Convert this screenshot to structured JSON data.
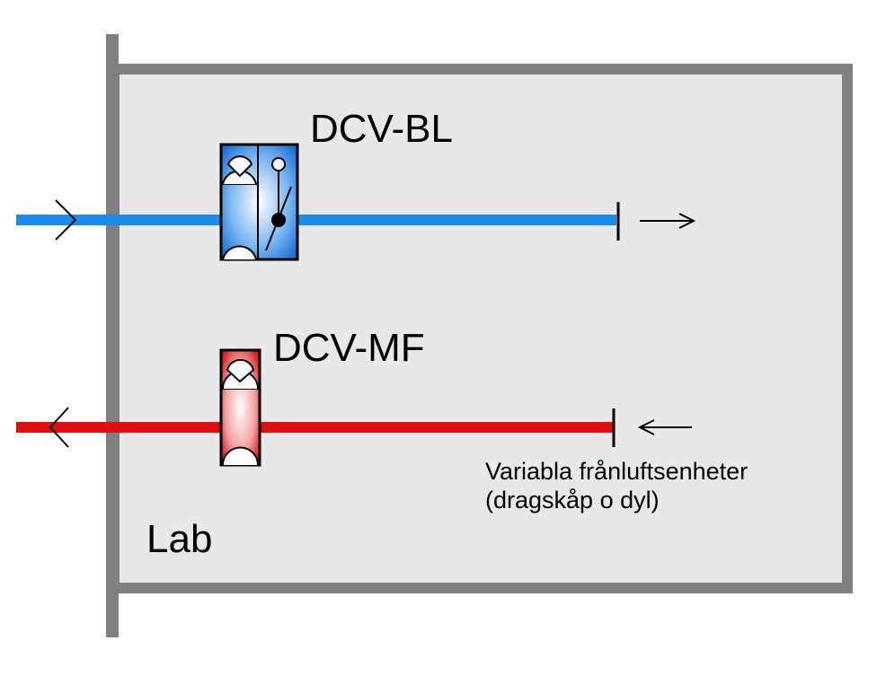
{
  "labels": {
    "supply_unit": "DCV-BL",
    "exhaust_unit": "DCV-MF",
    "room": "Lab",
    "exhaust_note_line1": "Variabla frånluftsenheter",
    "exhaust_note_line2": "(dragskåp o dyl)"
  },
  "colors": {
    "supply_duct": "#1a8cf0",
    "exhaust_duct": "#e01010",
    "wall": "#808080",
    "room_fill": "#e8e8e8"
  }
}
